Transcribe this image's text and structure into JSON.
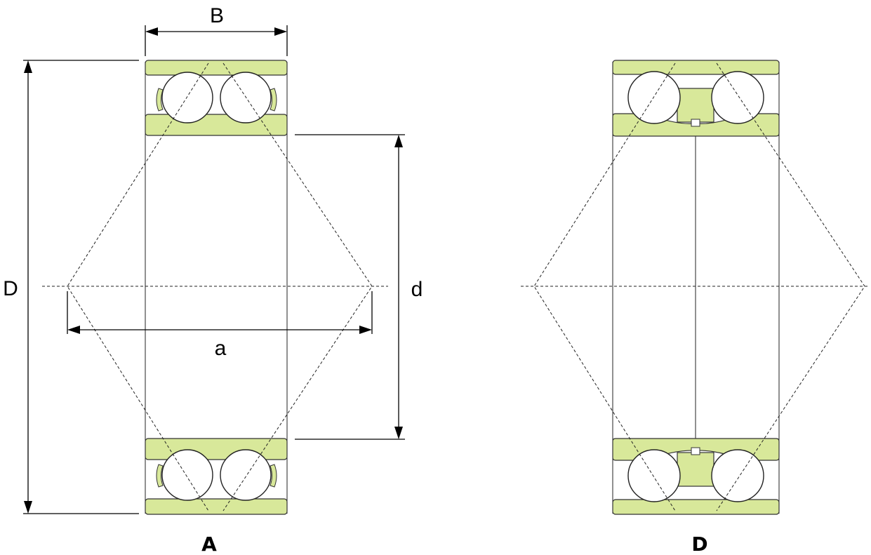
{
  "labels": {
    "width": "B",
    "outer_diameter": "D",
    "bore": "d",
    "pressure_center": "a"
  },
  "captions": {
    "left": "A",
    "right": "D"
  },
  "colors": {
    "ring_fill": "#d8e89a",
    "line": "#222222",
    "background": "#ffffff"
  }
}
